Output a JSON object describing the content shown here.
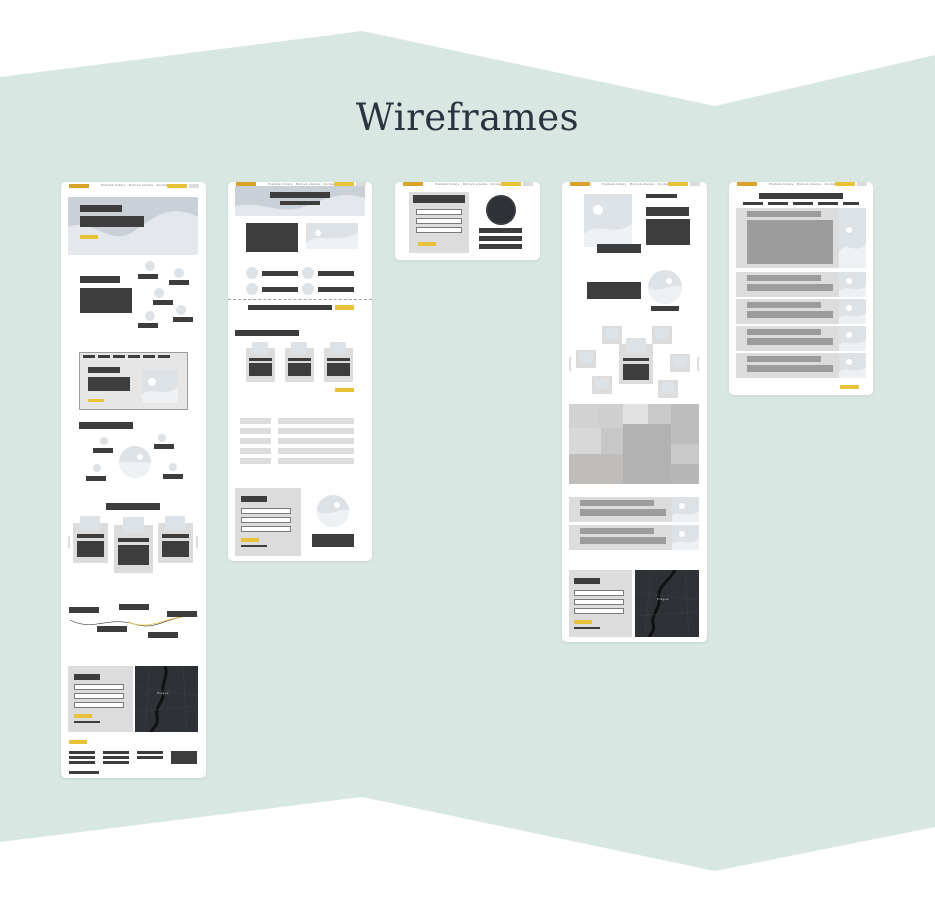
{
  "page": {
    "title": "Wireframes",
    "background_color": "#d9e7e2",
    "accent_color": "#e9c23c"
  },
  "wireframes": [
    {
      "id": "wireframe-1",
      "nav_text": "Pražské hotely · Bytová stavba · Kontakt · Blog"
    },
    {
      "id": "wireframe-2",
      "nav_text": "Pražské hotely · Bytová stavba · Kontakt · Blog"
    },
    {
      "id": "wireframe-3",
      "nav_text": "Pražské hotely · Bytová stavba · Kontakt · Blog"
    },
    {
      "id": "wireframe-4",
      "nav_text": "Pražské hotely · Bytová stavba · Kontakt · Blog"
    },
    {
      "id": "wireframe-5",
      "nav_text": "Pražské hotely · Bytová stavba · Kontakt · Blog"
    }
  ],
  "map_label": "Prague"
}
